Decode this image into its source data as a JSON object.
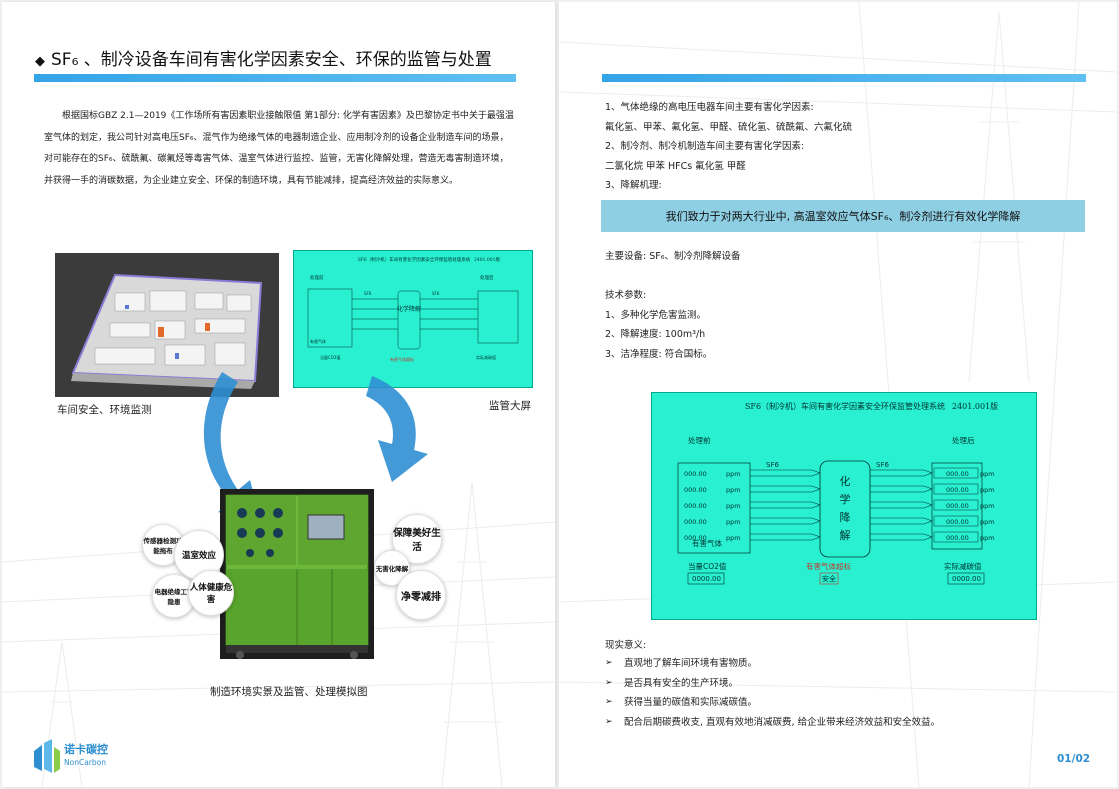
{
  "left": {
    "title": "SF₆ 、制冷设备车间有害化学因素安全、环保的监管与处置",
    "intro": "根据国标GBZ 2.1—2019《工作场所有害因素职业接触限值 第1部分: 化学有害因素》及巴黎协定书中关于最强温室气体的划定，我公司针对高电压SF₆、混气作为绝缘气体的电器制造企业、应用制冷剂的设备企业制造车间的场景，对可能存在的SF₆、硫酰氟、碳氟烃等毒害气体、温室气体进行监控、监管，无害化降解处理，营造无毒害制造环境，并获得一手的消碳数据，为企业建立安全、环保的制造环境，具有节能减排，提高经济效益的实际意义。",
    "caption_workshop": "车间安全、环境监测",
    "caption_screen": "监管大屏",
    "caption_bottom": "制造环境实景及监管、处理模拟图",
    "bubbles": {
      "b1": "传感器检测功能拖布",
      "b2": "温室效应",
      "b3": "电器绝缘工艺隐患",
      "b4": "人体健康危害",
      "b5": "保障美好生活",
      "b6": "无害化降解",
      "b7": "净零减排"
    },
    "logo_cn": "诺卡碳控",
    "logo_en": "NonCarbon"
  },
  "right": {
    "line1": "1、气体绝缘的高电压电器车间主要有害化学因素:",
    "line2": "氟化氢、甲苯、氟化氢、甲醛、硫化氢、硫酰氟、六氟化硫",
    "line3": "2、制冷剂、制冷机制造车间主要有害化学因素:",
    "line4": "二氯化烷  甲苯  HFCs  氟化氢  甲醛",
    "line5": "3、降解机理:",
    "highlight": "我们致力于对两大行业中, 高温室效应气体SF₆、制冷剂进行有效化学降解",
    "equip": "主要设备: SF₆、制冷剂降解设备",
    "tech_title": "技术参数:",
    "tech1": "1、多种化学危害监测。",
    "tech2": "2、降解速度: 100m³/h",
    "tech3": "3、洁净程度: 符合国标。",
    "sig_title": "现实意义:",
    "sig": [
      "直观地了解车间环境有害物质。",
      "是否具有安全的生产环境。",
      "获得当量的碳值和实际减碳值。",
      "配合后期碳费收支, 直观有效地消减碳费, 给企业带来经济效益和安全效益。"
    ],
    "page_num": "01/02"
  },
  "monitor": {
    "title": "SF6（制冷机）车间有害化学因素安全环保监管处理系统",
    "version": "2401.001版",
    "before": "处理前",
    "after": "处理后",
    "gas": "SF6",
    "reading": "000.00",
    "unit": "ppm",
    "core": "化学降解",
    "harmful": "有害气体",
    "co2_label": "当量CO2值",
    "co2_value": "0000.00",
    "alarm": "有害气体超标",
    "safe": "安全",
    "reduce_label": "实际减碳值",
    "reduce_value": "0000.00"
  },
  "colors": {
    "accent": "#34a4e8",
    "screen": "#29f0d0",
    "highlight": "#8fcfe4"
  }
}
